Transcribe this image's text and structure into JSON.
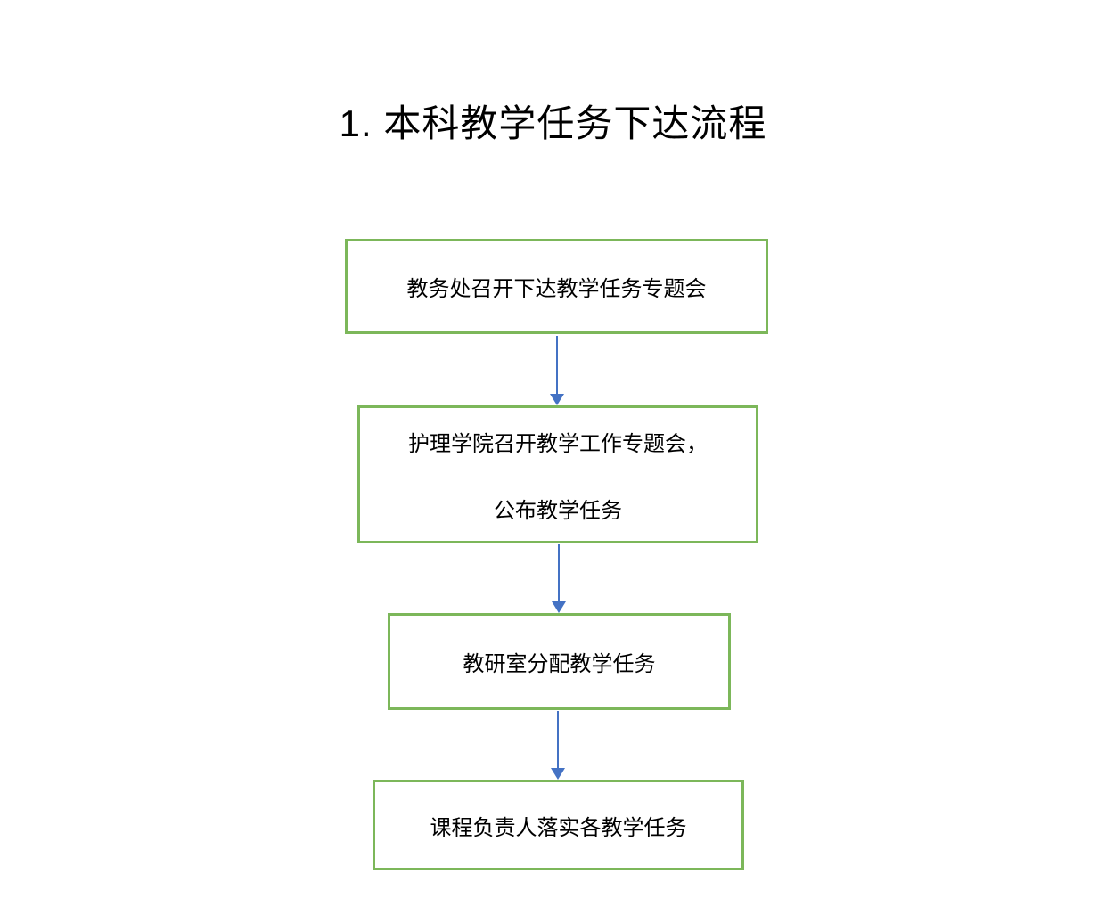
{
  "title": "1. 本科教学任务下达流程",
  "colors": {
    "background": "#ffffff",
    "node_border": "#7cb75a",
    "arrow": "#4472c4",
    "text": "#000000"
  },
  "nodes": [
    {
      "lines": [
        "教务处召开下达教学任务专题会"
      ]
    },
    {
      "lines": [
        "护理学院召开教学工作专题会，",
        "公布教学任务"
      ]
    },
    {
      "lines": [
        "教研室分配教学任务"
      ]
    },
    {
      "lines": [
        "课程负责人落实各教学任务"
      ]
    }
  ],
  "arrows": [
    {
      "name": "arrow-step1-to-step2",
      "direction": "down"
    },
    {
      "name": "arrow-step2-to-step3",
      "direction": "down"
    },
    {
      "name": "arrow-step3-to-step4",
      "direction": "down"
    }
  ]
}
